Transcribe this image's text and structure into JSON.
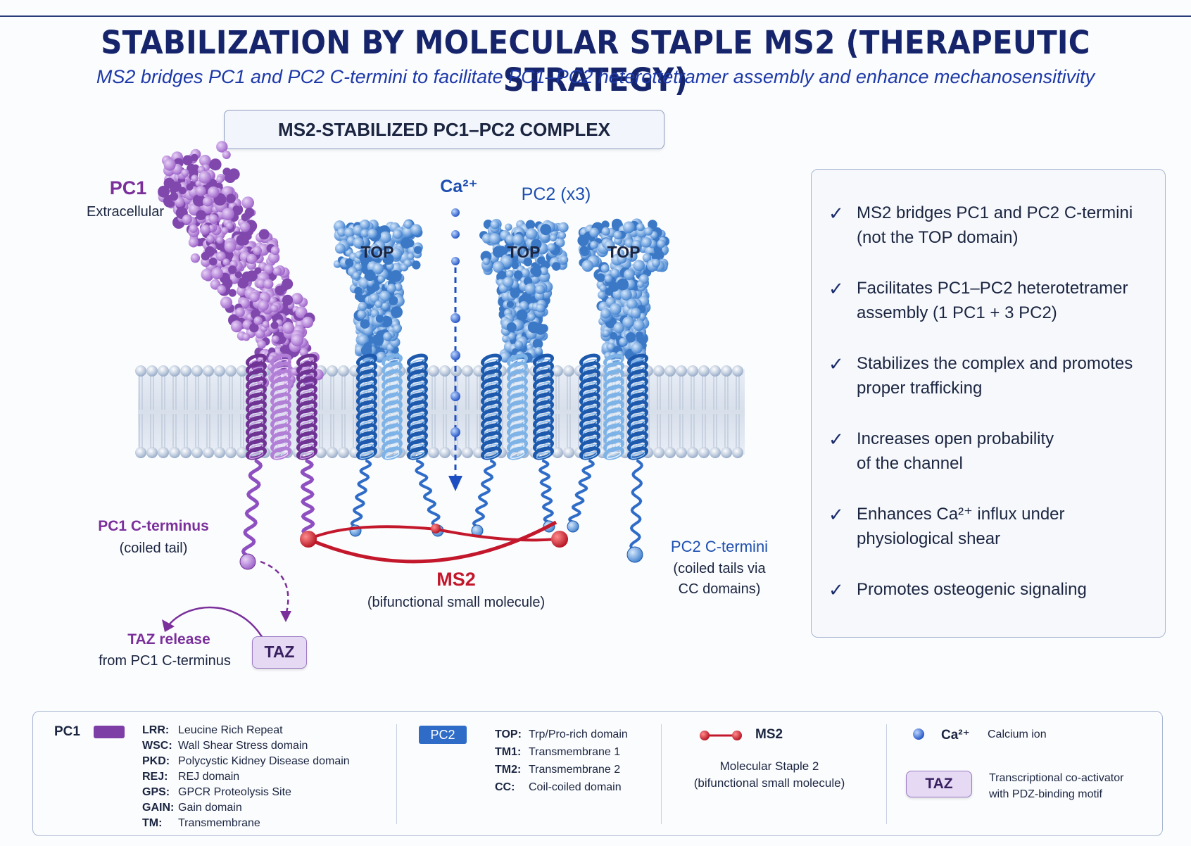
{
  "title": "STABILIZATION BY MOLECULAR STAPLE MS2 (THERAPEUTIC STRATEGY)",
  "subtitle": "MS2 bridges PC1 and PC2 C-termini to facilitate PC1–PC2 heterottetramer assembly and enhance mechanosensitivity",
  "complex_label": "MS2-STABILIZED PC1–PC2 COMPLEX",
  "diagram": {
    "pc1_label": "PC1",
    "pc1_sub": "Extracellular",
    "ca_label": "Ca²⁺",
    "pc2_label": "PC2 (x3)",
    "top_label": "TOP",
    "pc1_cterm": "PC1 C-terminus",
    "pc1_cterm_sub": "(coiled tail)",
    "pc2_cterm": "PC2 C-termini",
    "pc2_cterm_sub1": "(coiled tails via",
    "pc2_cterm_sub2": "CC domains)",
    "ms2_label": "MS2",
    "ms2_sub": "(bifunctional small molecule)",
    "taz_release": "TAZ release",
    "taz_release_sub": "from PC1 C-terminus",
    "taz": "TAZ"
  },
  "benefits": [
    "MS2 bridges PC1 and PC2 C-termini\n(not the TOP domain)",
    "Facilitates PC1–PC2 heterotetramer\nassembly (1 PC1 + 3 PC2)",
    "Stabilizes the complex and promotes\nproper trafficking",
    "Increases open probability\nof the channel",
    "Enhances Ca²⁺ influx under\nphysiological shear",
    "Promotes osteogenic signaling"
  ],
  "check_symbol": "✓",
  "legend": {
    "pc1_label": "PC1",
    "pc1_items": [
      {
        "abbr": "LRR:",
        "desc": "Leucine Rich Repeat"
      },
      {
        "abbr": "WSC:",
        "desc": "Wall Shear Stress domain"
      },
      {
        "abbr": "PKD:",
        "desc": "Polycystic Kidney Disease domain"
      },
      {
        "abbr": "REJ:",
        "desc": "REJ domain"
      },
      {
        "abbr": "GPS:",
        "desc": "GPCR Proteolysis Site"
      },
      {
        "abbr": "GAIN:",
        "desc": "Gain domain"
      },
      {
        "abbr": "TM:",
        "desc": "Transmembrane"
      }
    ],
    "pc2_label": "PC2",
    "pc2_items": [
      {
        "abbr": "TOP:",
        "desc": "Trp/Pro-rich domain"
      },
      {
        "abbr": "TM1:",
        "desc": "Transmembrane 1"
      },
      {
        "abbr": "TM2:",
        "desc": "Transmembrane 2"
      },
      {
        "abbr": "CC:",
        "desc": "Coil-coiled domain"
      }
    ],
    "ms2_label": "MS2",
    "ms2_desc1": "Molecular Staple 2",
    "ms2_desc2": "(bifunctional small molecule)",
    "ca_label": "Ca²⁺",
    "ca_desc": "Calcium ion",
    "taz_label": "TAZ",
    "taz_desc1": "Transcriptional co-activator",
    "taz_desc2": "with PDZ-binding motif"
  },
  "colors": {
    "pc1": "#8e4fc0",
    "pc2": "#2f6cc8",
    "pc2_light": "#7eb3e8",
    "ms2": "#c3172b",
    "membrane": "#c9d6e8"
  }
}
